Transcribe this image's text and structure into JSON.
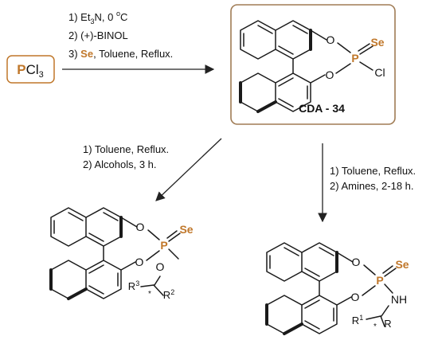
{
  "colors": {
    "accent": "#c0772a",
    "box_border": "#a07c55",
    "ink": "#111111"
  },
  "start": {
    "p": "P",
    "cl": "Cl",
    "sub3": "3"
  },
  "step1": {
    "l1_pre": "1) Et",
    "l1_sub": "3",
    "l1_mid": "N, 0 ",
    "l1_sup": "o",
    "l1_post": "C",
    "l2": "2) (+)-BINOL",
    "l3_num": "3) ",
    "l3_se": "Se",
    "l3_rest": ", Toluene, Reflux."
  },
  "cda": {
    "label": "CDA - 34",
    "se": "Se",
    "p": "P",
    "o1": "O",
    "o2": "O",
    "cl": "Cl"
  },
  "left_route": {
    "l1": "1) Toluene, Reflux.",
    "l2": "2) Alcohols, 3 h."
  },
  "right_route": {
    "l1": "1) Toluene, Reflux.",
    "l2": "2) Amines, 2-18 h."
  },
  "ester": {
    "se": "Se",
    "p": "P",
    "o1": "O",
    "o2": "O",
    "o3": "O",
    "r3": "R",
    "r3sup": "3",
    "r2": "R",
    "r2sup": "2",
    "star": "*"
  },
  "amide": {
    "se": "Se",
    "p": "P",
    "o1": "O",
    "o2": "O",
    "nh": "NH",
    "r1": "R",
    "r1sup": "1",
    "r": "R",
    "star": "*"
  }
}
